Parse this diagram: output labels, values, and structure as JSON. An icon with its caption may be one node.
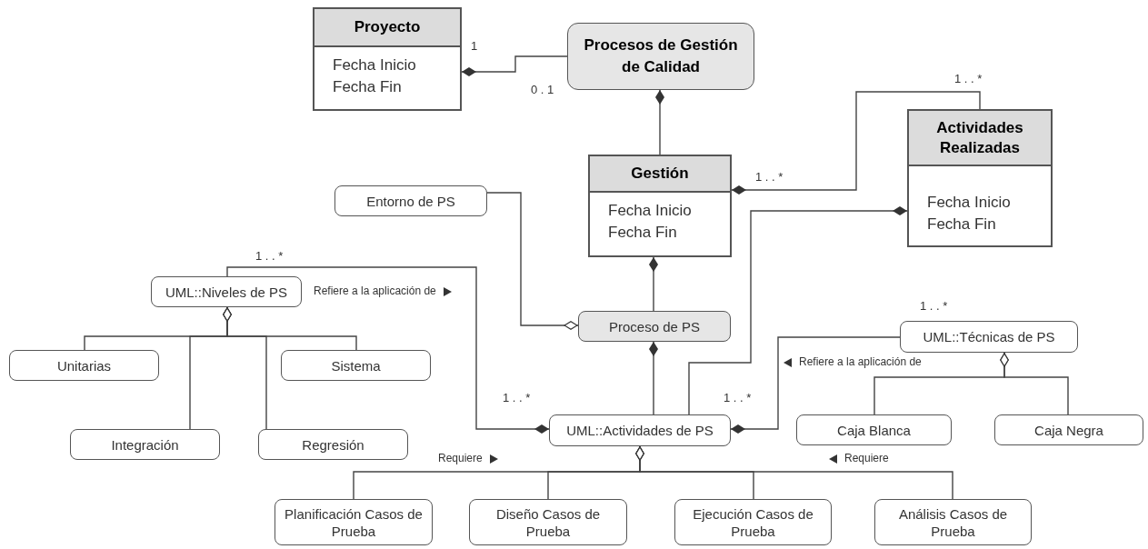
{
  "diagram": {
    "nodes": [
      {
        "text": [
          "Proyecto",
          "Fecha Inicio",
          "Fecha Fin"
        ]
      },
      {
        "text": [
          "Procesos de Gestión de Calidad"
        ]
      },
      {
        "text": [
          "Gestión",
          "Fecha Inicio",
          "Fecha Fin"
        ]
      },
      {
        "text": [
          "Actividades Realizadas",
          "Fecha Inicio",
          "Fecha Fin"
        ]
      },
      {
        "text": [
          "Entorno de PS"
        ]
      },
      {
        "text": [
          "UML::Niveles de PS"
        ]
      },
      {
        "text": [
          "Proceso de PS"
        ]
      },
      {
        "text": [
          "UML::Técnicas de PS"
        ]
      },
      {
        "text": [
          "Unitarias"
        ]
      },
      {
        "text": [
          "Sistema"
        ]
      },
      {
        "text": [
          "Integración"
        ]
      },
      {
        "text": [
          "Regresión"
        ]
      },
      {
        "text": [
          "UML::Actividades de PS"
        ]
      },
      {
        "text": [
          "Caja Blanca"
        ]
      },
      {
        "text": [
          "Caja Negra"
        ]
      },
      {
        "text": [
          "Planificación Casos de Prueba"
        ]
      },
      {
        "text": [
          "Diseño Casos de Prueba"
        ]
      },
      {
        "text": [
          "Ejecución Casos de Prueba"
        ]
      },
      {
        "text": [
          "Análisis Casos de Prueba"
        ]
      }
    ],
    "edges": [
      {
        "from": 0,
        "to": 1,
        "arrow": "other"
      },
      {
        "from": 1,
        "to": 2,
        "arrow": "other"
      },
      {
        "from": 2,
        "to": 3,
        "arrow": "other"
      },
      {
        "from": 3,
        "to": 12,
        "arrow": "other"
      },
      {
        "from": 2,
        "to": 6,
        "arrow": "other"
      },
      {
        "from": 6,
        "to": 4,
        "arrow": "other"
      },
      {
        "from": 6,
        "to": 12,
        "arrow": "other"
      },
      {
        "from": 12,
        "to": 5,
        "arrow": "other",
        "label": "Refiere a la aplicación de"
      },
      {
        "from": 12,
        "to": 7,
        "arrow": "other",
        "label": "Refiere a la aplicación de"
      },
      {
        "from": 5,
        "to": 8,
        "arrow": "other"
      },
      {
        "from": 5,
        "to": 9,
        "arrow": "other"
      },
      {
        "from": 5,
        "to": 10,
        "arrow": "other"
      },
      {
        "from": 5,
        "to": 11,
        "arrow": "other"
      },
      {
        "from": 7,
        "to": 13,
        "arrow": "other"
      },
      {
        "from": 7,
        "to": 14,
        "arrow": "other"
      },
      {
        "from": 12,
        "to": 15,
        "arrow": "other",
        "label": "Requiere"
      },
      {
        "from": 12,
        "to": 16,
        "arrow": "other"
      },
      {
        "from": 12,
        "to": 17,
        "arrow": "other"
      },
      {
        "from": 12,
        "to": 18,
        "arrow": "other",
        "label": "Requiere"
      }
    ],
    "labels": [
      "1",
      "1 . . *",
      "0 . 1",
      "1 . . *",
      "1 . . *",
      "1 . . *",
      "1 . . *",
      "1 . . *"
    ]
  }
}
